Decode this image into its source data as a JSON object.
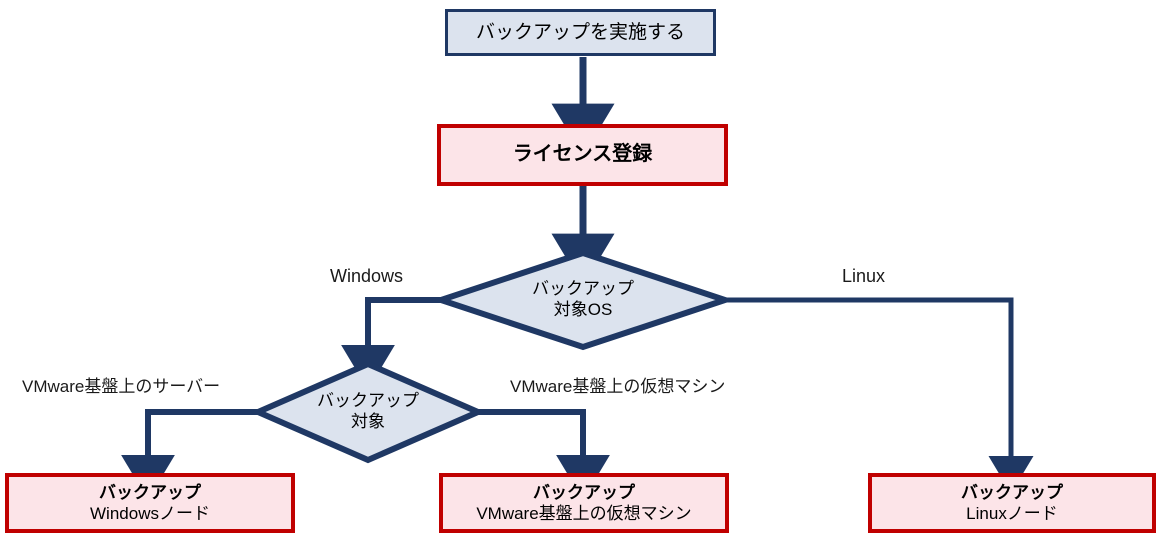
{
  "diagram": {
    "title": "backup-procedure-flowchart",
    "colors": {
      "navy_border": "#1F3864",
      "navy_fill": "#DCE3EE",
      "crimson_border": "#C00000",
      "crimson_fill": "#FCE4E8",
      "connector": "#1F3864",
      "text": "#000000"
    }
  },
  "nodes": {
    "start": {
      "label": "バックアップを実施する"
    },
    "license": {
      "label": "ライセンス登録"
    },
    "decision_os": {
      "line1": "バックアップ",
      "line2": "対象OS"
    },
    "decision_target": {
      "line1": "バックアップ",
      "line2": "対象"
    },
    "result_windows": {
      "line1": "バックアップ",
      "line2": "Windowsノード"
    },
    "result_vmware": {
      "line1": "バックアップ",
      "line2": "VMware基盤上の仮想マシン"
    },
    "result_linux": {
      "line1": "バックアップ",
      "line2": "Linuxノード"
    }
  },
  "edge_labels": {
    "windows": "Windows",
    "linux": "Linux",
    "vmware_server": "VMware基盤上のサーバー",
    "vmware_vm": "VMware基盤上の仮想マシン"
  }
}
